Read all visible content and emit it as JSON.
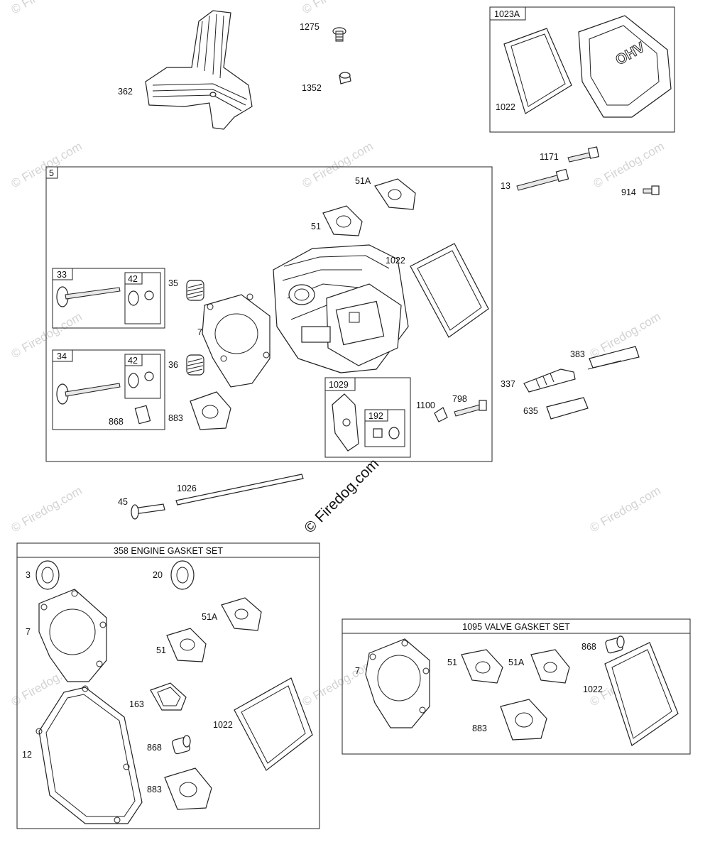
{
  "watermark": "© Firedog.com",
  "center_watermark": "© Firedog.com",
  "section_titles": {
    "engine_gasket_set": "358 ENGINE GASKET SET",
    "valve_gasket_set": "1095 VALVE GASKET SET"
  },
  "box_labels": {
    "cylinder_head_box": "5",
    "rocker_cover_box": "1023A",
    "intake_valve_box": "33",
    "intake_retainer_box": "42",
    "exhaust_valve_box": "34",
    "exhaust_retainer_box": "42",
    "rocker_arm_box": "1029",
    "rocker_nut_box": "192"
  },
  "part_labels": {
    "p362": "362",
    "p1275": "1275",
    "p1352": "1352",
    "p1022_top": "1022",
    "p1171": "1171",
    "p13": "13",
    "p914": "914",
    "p51A_head": "51A",
    "p51_head": "51",
    "p1022_head": "1022",
    "p35": "35",
    "p7_head": "7",
    "p36": "36",
    "p868_head": "868",
    "p883_head": "883",
    "p1100": "1100",
    "p798": "798",
    "p383": "383",
    "p337": "337",
    "p635": "635",
    "p45": "45",
    "p1026": "1026",
    "e3": "3",
    "e20": "20",
    "e7": "7",
    "e51A": "51A",
    "e51": "51",
    "e163": "163",
    "e1022": "1022",
    "e12": "12",
    "e868": "868",
    "e883": "883",
    "v7": "7",
    "v51": "51",
    "v51A": "51A",
    "v868": "868",
    "v1022": "1022",
    "v883": "883"
  },
  "icons": {
    "rocker_cover": "ohv-rocker-cover-icon",
    "cylinder_head": "cylinder-head-icon",
    "shroud": "air-shroud-icon"
  },
  "rocker_cover_embossing": "OHV"
}
